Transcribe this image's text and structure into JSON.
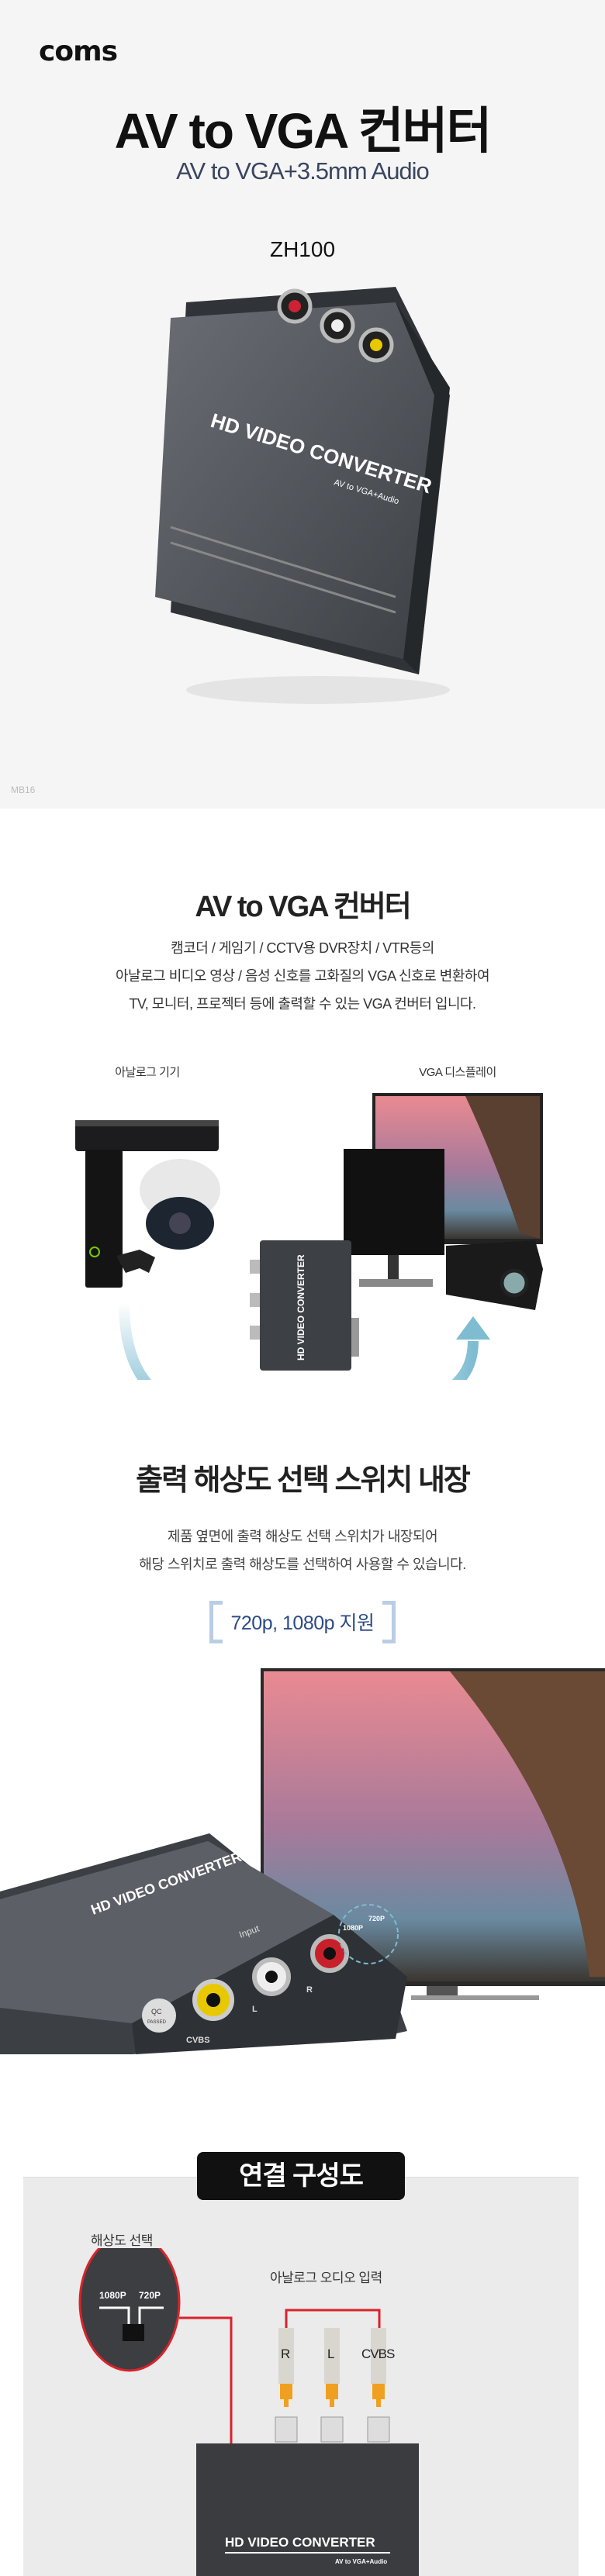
{
  "brand": {
    "logo": "coms"
  },
  "hero": {
    "title": "AV to VGA 컨버터",
    "subtitle": "AV to VGA+3.5mm Audio",
    "model": "ZH100",
    "watermark": "MB16",
    "device_label": "HD VIDEO CONVERTER",
    "device_sublabel": "AV to VGA+Audio"
  },
  "intro": {
    "heading": "AV to VGA 컨버터",
    "lines": [
      "캠코더 / 게임기 / CCTV용 DVR장치 / VTR등의",
      "아날로그 비디오 영상 / 음성 신호를 고화질의 VGA 신호로 변환하여",
      "TV, 모니터, 프로젝터 등에 출력할 수 있는 VGA 컨버터 입니다."
    ],
    "diagram": {
      "source_label": "아날로그 기기",
      "display_label": "VGA 디스플레이",
      "arrow_color": "#7fbcd2"
    }
  },
  "switch": {
    "heading": "출력 해상도 선택 스위치 내장",
    "lines": [
      "제품 옆면에 출력 해상도 선택 스위치가 내장되어",
      "해당 스위치로 출력 해상도를 선택하여 사용할 수 있습니다."
    ],
    "highlight": "720p, 1080p 지원",
    "highlight_color": "#2c4b85",
    "device": {
      "input": "Input",
      "cvbs": "CVBS",
      "l": "L",
      "r": "R",
      "res1": "1080P",
      "res2": "720P",
      "qc": "QC",
      "qc2": "PASSED"
    }
  },
  "connection": {
    "heading": "연결 구성도",
    "resolution_label": "해상도 선택",
    "res1": "1080P",
    "res2": "720P",
    "audio_label": "아날로그 오디오 입력",
    "plugs": [
      "R",
      "L",
      "CVBS"
    ],
    "device_label": "HD VIDEO CONVERTER",
    "device_sublabel": "AV to VGA+Audio",
    "accent_color": "#d9232b"
  }
}
